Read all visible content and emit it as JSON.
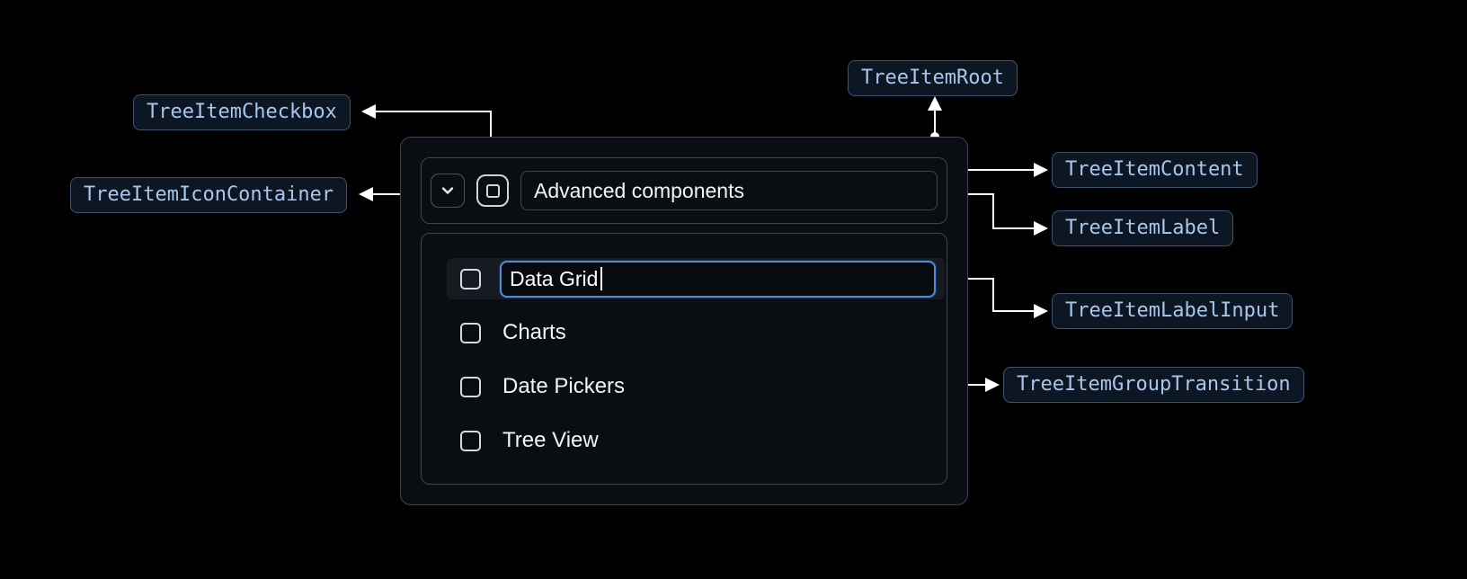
{
  "callouts": {
    "checkbox": "TreeItemCheckbox",
    "icon_container": "TreeItemIconContainer",
    "root": "TreeItemRoot",
    "content": "TreeItemContent",
    "label": "TreeItemLabel",
    "label_input": "TreeItemLabelInput",
    "group_transition": "TreeItemGroupTransition"
  },
  "tree": {
    "parent_label": "Advanced components",
    "parent_expanded": true,
    "parent_checkbox_state": "indeterminate-outline",
    "items": [
      {
        "label": "Data Grid",
        "editing": true,
        "input_value": "Data Grid",
        "checked": false
      },
      {
        "label": "Charts",
        "checked": false
      },
      {
        "label": "Date Pickers",
        "checked": false
      },
      {
        "label": "Tree View",
        "checked": false
      }
    ]
  },
  "colors": {
    "background": "#000000",
    "callout_text": "#a9c6ea",
    "callout_border": "#3f5270",
    "callout_bg": "#0d1724",
    "surface_border": "#3d4650",
    "input_focus_border": "#4f8bd6",
    "connector": "#ffffff",
    "text": "#f2f4f6"
  }
}
